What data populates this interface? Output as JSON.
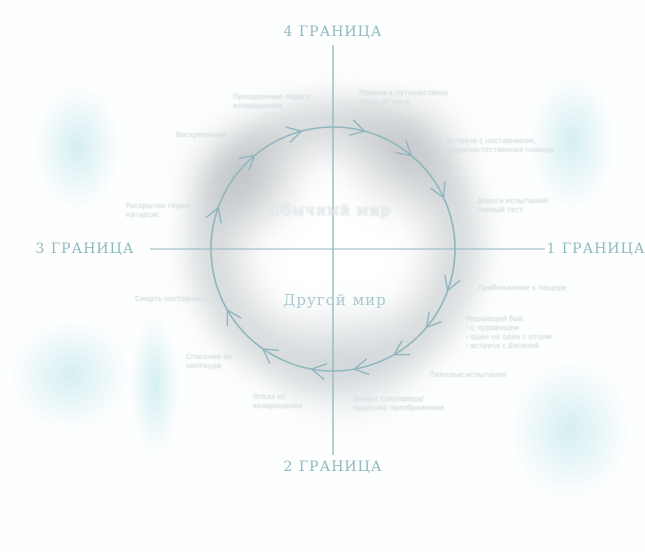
{
  "borders": {
    "top": "4 ГРАНИЦА",
    "right": "1 ГРАНИЦА",
    "bottom": "2 ГРАНИЦА",
    "left": "3 ГРАНИЦА"
  },
  "worlds": {
    "ordinary": "Обычный мир",
    "other": "Другой мир"
  },
  "stages": [
    "Преодоление порога\nвозвращения",
    "Призыв к путешествию/\nотказ от него",
    "Встреча с наставником,\nсверхъестественная помощь",
    "Дорога испытаний/\nпервый тест",
    "Приближение к пещере",
    "Решающий бой:\n- с чудовищем\n- один на один с отцом\n- встреча с Богиней",
    "Тяжелые испытания",
    "Захват сокровища/\nчудесное преображение",
    "Отказ от\nвозвращения",
    "Спасение из\nниоткуда",
    "Смерть наставника",
    "Раскрытие героя/\nкатарсис",
    "Воскрешение"
  ],
  "colors": {
    "line": "#8fb6bd",
    "accent": "#8fb9c0"
  }
}
